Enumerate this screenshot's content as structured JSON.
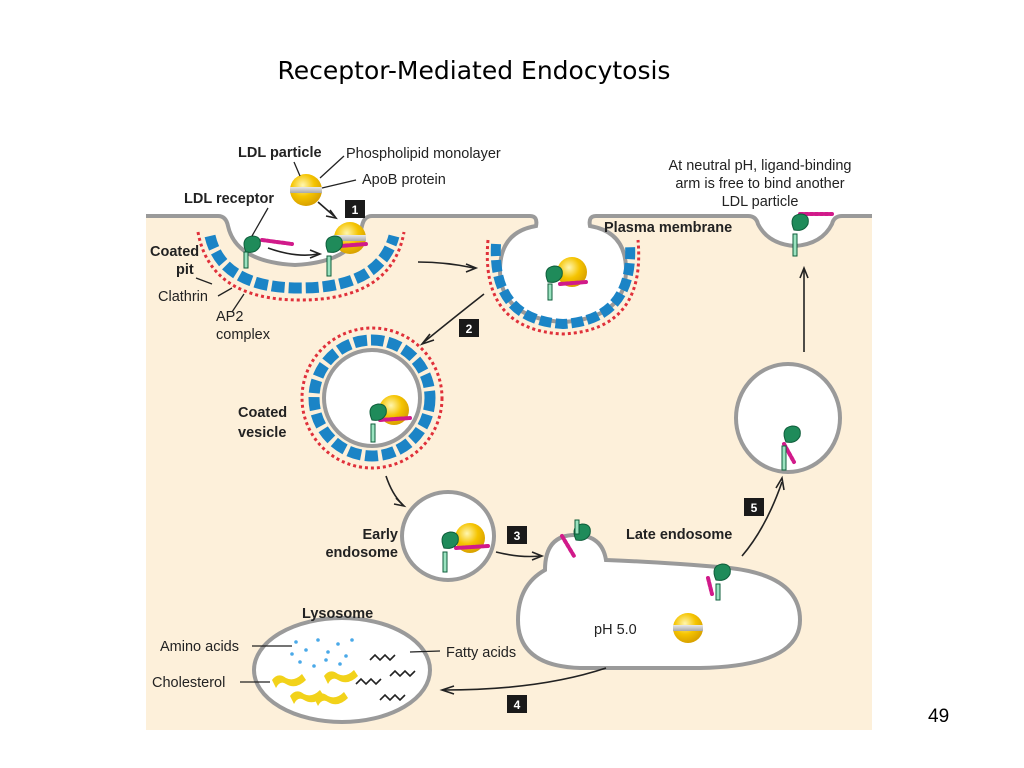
{
  "slide": {
    "title": "Receptor-Mediated Endocytosis",
    "page_number": "49"
  },
  "diagram": {
    "labels": {
      "ldl_particle": "LDL particle",
      "phospholipid_monolayer": "Phospholipid monolayer",
      "apob_protein": "ApoB protein",
      "ldl_receptor": "LDL receptor",
      "coated_pit_1": "Coated",
      "coated_pit_2": "pit",
      "clathrin": "Clathrin",
      "ap2_1": "AP2",
      "ap2_2": "complex",
      "plasma_membrane": "Plasma membrane",
      "neutral_ph_1": "At neutral pH, ligand-binding",
      "neutral_ph_2": "arm is free to bind another",
      "neutral_ph_3": "LDL particle",
      "coated_vesicle_1": "Coated",
      "coated_vesicle_2": "vesicle",
      "early_endosome_1": "Early",
      "early_endosome_2": "endosome",
      "late_endosome": "Late endosome",
      "ph_value": "pH 5.0",
      "lysosome": "Lysosome",
      "amino_acids": "Amino acids",
      "fatty_acids": "Fatty acids",
      "cholesterol": "Cholesterol"
    },
    "steps": [
      "1",
      "2",
      "3",
      "4",
      "5"
    ],
    "colors": {
      "background": "#FDF0DA",
      "membrane": "#9A9A9A",
      "clathrin": "#E0303A",
      "ap2": "#1B84C6",
      "receptor": "#1F8B5A",
      "apob": "#D11A8A",
      "ldl_core": "#F5C400",
      "step_badge": "#1A1A1A"
    }
  }
}
